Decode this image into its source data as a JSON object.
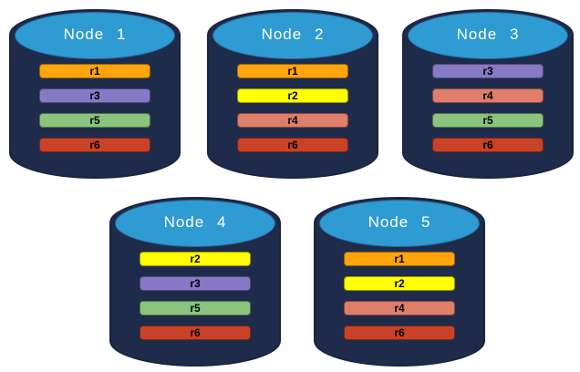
{
  "diagram": {
    "description": "Five database nodes holding replicated partitions",
    "colors": {
      "cylinder_body": "#1F2B4B",
      "cylinder_outline": "#1A2440",
      "cylinder_top": "#2E9BD3",
      "title_text": "#FFFFFF",
      "bar_text": "#000000",
      "background": "#FFFFFF"
    },
    "replica_colors": {
      "r1": "#FFA40D",
      "r2": "#FFFF00",
      "r3": "#8679C6",
      "r4": "#DE7E6B",
      "r5": "#8AC47E",
      "r6": "#C94227"
    },
    "nodes": [
      {
        "label": "Node 1",
        "replicas": [
          "r1",
          "r3",
          "r5",
          "r6"
        ]
      },
      {
        "label": "Node 2",
        "replicas": [
          "r1",
          "r2",
          "r4",
          "r6"
        ]
      },
      {
        "label": "Node 3",
        "replicas": [
          "r3",
          "r4",
          "r5",
          "r6"
        ]
      },
      {
        "label": "Node 4",
        "replicas": [
          "r2",
          "r3",
          "r5",
          "r6"
        ]
      },
      {
        "label": "Node 5",
        "replicas": [
          "r1",
          "r2",
          "r4",
          "r6"
        ]
      }
    ]
  }
}
